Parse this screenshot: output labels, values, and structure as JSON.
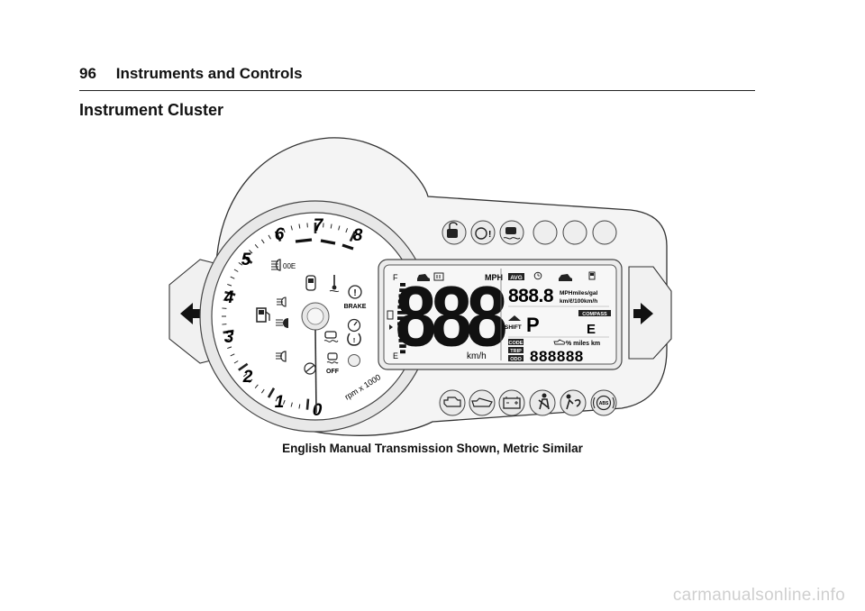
{
  "header": {
    "page_number": "96",
    "section": "Instruments and Controls"
  },
  "title": "Instrument Cluster",
  "tach": {
    "numerals": [
      "0",
      "1",
      "2",
      "3",
      "4",
      "5",
      "6",
      "7",
      "8"
    ],
    "unit": "rpm x 1000"
  },
  "indicators": {
    "brake_label": "BRAKE",
    "esc_off_label": "OFF",
    "top_icons": [
      "security-icon",
      "power-steering-icon",
      "traction-icon",
      "blank-lamp",
      "blank-lamp",
      "blank-lamp"
    ],
    "bottom_icons": [
      "check-engine-icon",
      "oil-pressure-icon",
      "battery-icon",
      "seatbelt-icon",
      "airbag-icon",
      "abs-icon"
    ]
  },
  "display": {
    "fuel_full": "F",
    "fuel_empty": "E",
    "speed_digits": "888",
    "speed_unit_top": "MPH",
    "speed_unit_bottom": "km/h",
    "avg_label": "AVG",
    "info_digits": "888.8",
    "info_units_1": "MPHmiles/gal",
    "info_units_2": "km/ℓ/100km/h",
    "shift_label": "SHIFT",
    "gear": "P",
    "compass_label": "COMPASS",
    "compass_value": "E",
    "code_label": "CODE",
    "trip_label": "TRIP",
    "odo_label": "ODO",
    "units_row": "% miles km",
    "odo_digits": "888888"
  },
  "caption": "English Manual Transmission Shown, Metric Similar",
  "watermark": "carmanualsonline.info"
}
